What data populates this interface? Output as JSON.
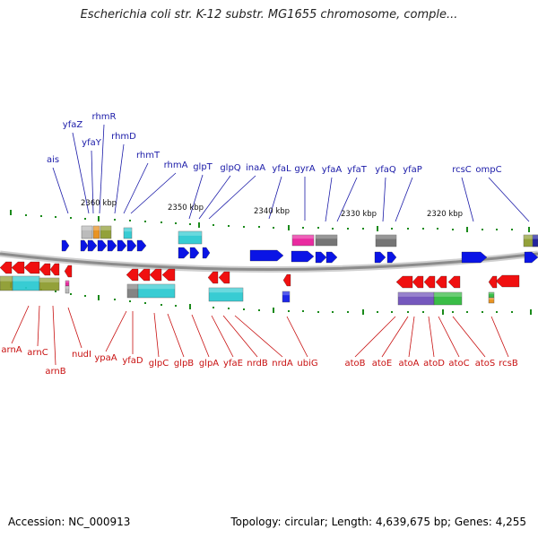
{
  "title": "Escherichia coli str. K-12 substr. MG1655 chromosome, comple...",
  "accession": "Accession: NC_000913",
  "summary": "Topology: circular; Length: 4,639,675 bp; Genes: 4,255",
  "colors": {
    "forward_arrow": "#0a14e6",
    "reverse_arrow": "#f01010",
    "forward_label": "#1a1aa8",
    "reverse_label": "#c81010",
    "tick": "#1a8a1a",
    "backbone": "#8c8c8c"
  },
  "scale_labels": [
    "2360 kbp",
    "2350 kbp",
    "2340 kbp",
    "2330 kbp",
    "2320 kbp"
  ],
  "forward_genes": [
    "ais",
    "yfaZ",
    "yfaY",
    "rhmR",
    "rhmD",
    "rhmT",
    "rhmA",
    "glpT",
    "glpQ",
    "inaA",
    "yfaL",
    "gyrA",
    "yfaA",
    "yfaT",
    "yfaQ",
    "yfaP",
    "rcsC",
    "ompC"
  ],
  "reverse_genes": [
    "arnA",
    "arnC",
    "arnB",
    "nudI",
    "ypaA",
    "yfaD",
    "glpC",
    "glpB",
    "glpA",
    "yfaE",
    "nrdB",
    "nrdA",
    "ubiG",
    "atoB",
    "atoE",
    "atoA",
    "atoD",
    "atoC",
    "atoS",
    "rcsB"
  ]
}
